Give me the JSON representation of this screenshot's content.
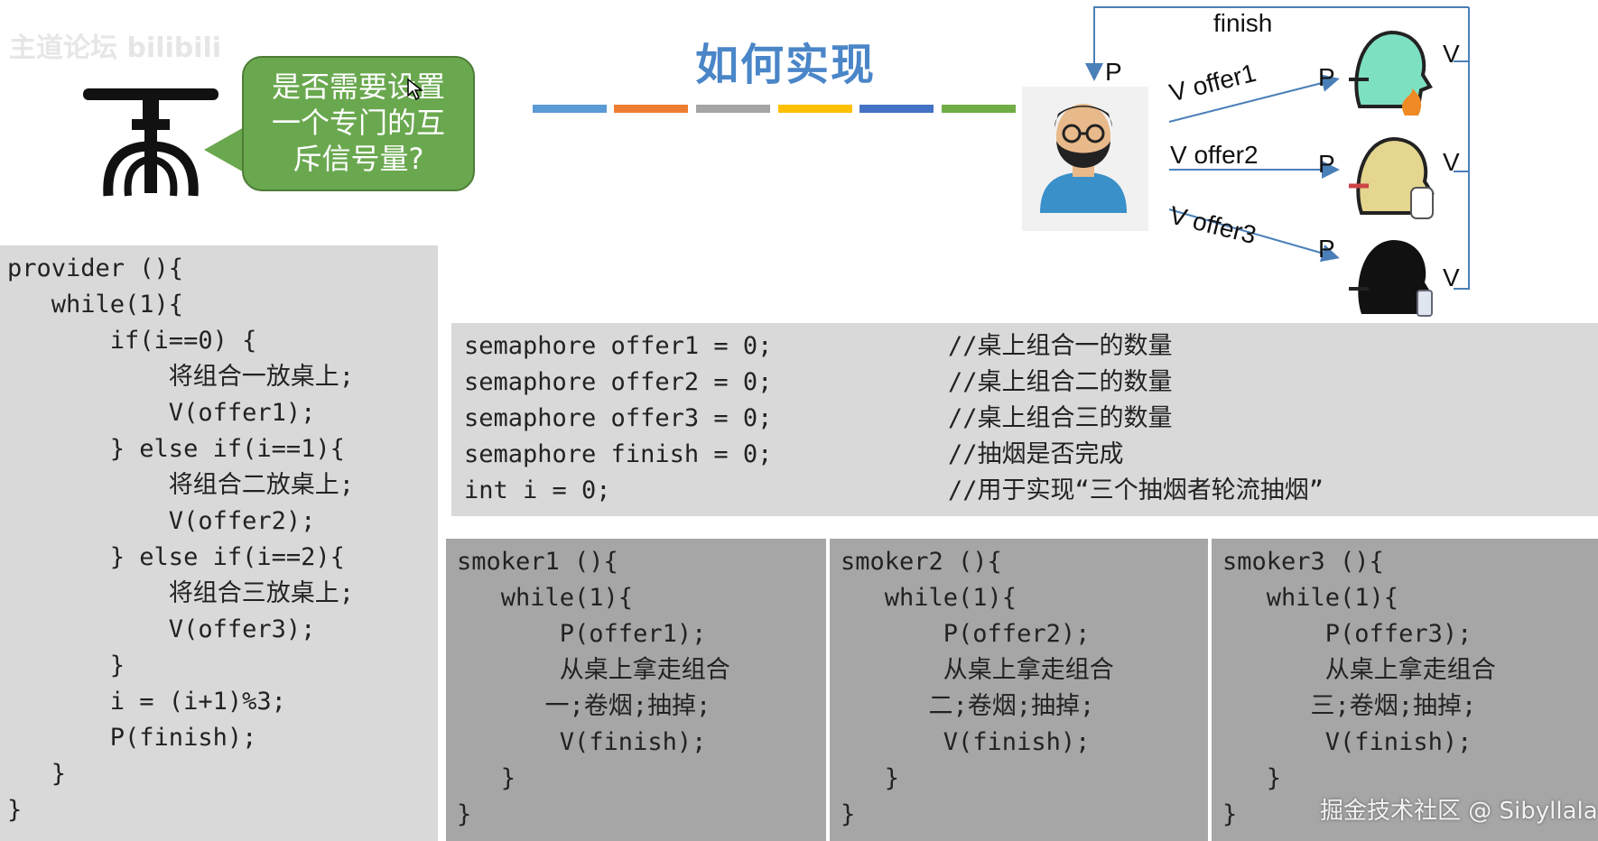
{
  "watermark_top": "主道论坛 bilibili",
  "title": "如何实现",
  "title_bars": [
    "#5b9bd5",
    "#ed7d31",
    "#a5a5a5",
    "#ffc000",
    "#4472c4",
    "#70ad47"
  ],
  "bubble_text": [
    "是否需要设置",
    "一个专门的互",
    "斥信号量?"
  ],
  "provider_code": [
    "provider (){",
    "   while(1){",
    "       if(i==0) {",
    "           将组合一放桌上;",
    "           V(offer1);",
    "       } else if(i==1){",
    "           将组合二放桌上;",
    "           V(offer2);",
    "       } else if(i==2){",
    "           将组合三放桌上;",
    "           V(offer3);",
    "       }",
    "       i = (i+1)%3;",
    "       P(finish);",
    "   }",
    "}"
  ],
  "declarations": [
    {
      "code": "semaphore offer1 = 0;",
      "comment": "//桌上组合一的数量"
    },
    {
      "code": "semaphore offer2 = 0;",
      "comment": "//桌上组合二的数量"
    },
    {
      "code": "semaphore offer3 = 0;",
      "comment": "//桌上组合三的数量"
    },
    {
      "code": "semaphore finish = 0;",
      "comment": "//抽烟是否完成"
    },
    {
      "code": "int i = 0;",
      "comment": "//用于实现“三个抽烟者轮流抽烟”"
    }
  ],
  "smokers": [
    {
      "lines": [
        "smoker1 (){",
        "   while(1){",
        "       P(offer1);",
        "       从桌上拿走组合",
        "      一;卷烟;抽掉;",
        "       V(finish);",
        "   }",
        "}"
      ]
    },
    {
      "lines": [
        "smoker2 (){",
        "   while(1){",
        "       P(offer2);",
        "       从桌上拿走组合",
        "      二;卷烟;抽掉;",
        "       V(finish);",
        "   }",
        "}"
      ]
    },
    {
      "lines": [
        "smoker3 (){",
        "   while(1){",
        "       P(offer3);",
        "       从桌上拿走组合",
        "      三;卷烟;抽掉;",
        "       V(finish);",
        "   }",
        "}"
      ]
    }
  ],
  "diagram": {
    "finish": "finish",
    "p_top": "P",
    "offer1": "V offer1",
    "offer2": "V  offer2",
    "offer3": "V  offer3",
    "p1": "P",
    "p2": "P",
    "p3": "P",
    "v1": "V",
    "v2": "V",
    "v3": "V"
  },
  "watermark_bottom": "掘金技术社区 @ Sibyllala"
}
